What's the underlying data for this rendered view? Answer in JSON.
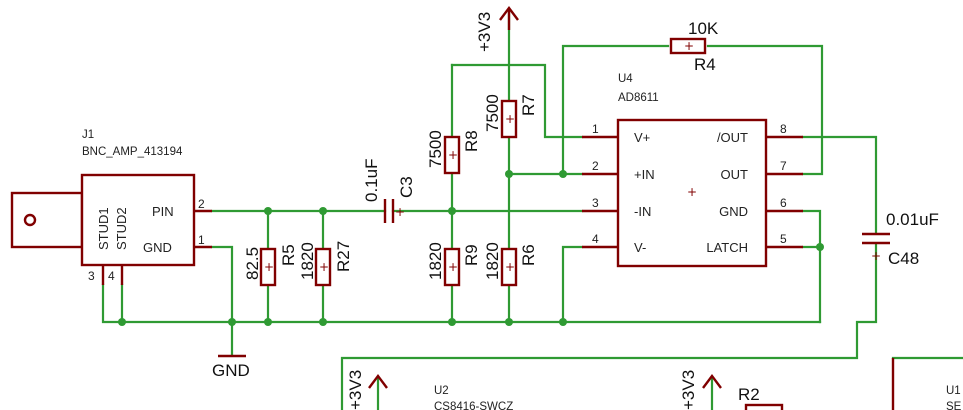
{
  "supplies": {
    "vcc": "+3V3",
    "gnd": "GND"
  },
  "connector": {
    "ref": "J1",
    "value": "BNC_AMP_413194",
    "pins": {
      "pin": "PIN",
      "gnd": "GND",
      "stud1": "STUD1",
      "stud2": "STUD2"
    },
    "pin_numbers": [
      "2",
      "1",
      "3",
      "4"
    ]
  },
  "opamp": {
    "ref": "U4",
    "value": "AD8611",
    "left_pins": [
      {
        "num": "1",
        "name": "V+"
      },
      {
        "num": "2",
        "name": "+IN"
      },
      {
        "num": "3",
        "name": "-IN"
      },
      {
        "num": "4",
        "name": "V-"
      }
    ],
    "right_pins": [
      {
        "num": "8",
        "name": "/OUT"
      },
      {
        "num": "7",
        "name": "OUT"
      },
      {
        "num": "6",
        "name": "GND"
      },
      {
        "num": "5",
        "name": "LATCH"
      }
    ]
  },
  "resistors": {
    "R4": {
      "ref": "R4",
      "value": "10K"
    },
    "R5": {
      "ref": "R5",
      "value": "82.5"
    },
    "R27": {
      "ref": "R27",
      "value": "1820"
    },
    "R8": {
      "ref": "R8",
      "value": "7500"
    },
    "R9": {
      "ref": "R9",
      "value": "1820"
    },
    "R7": {
      "ref": "R7",
      "value": "7500"
    },
    "R6": {
      "ref": "R6",
      "value": "1820"
    },
    "R2": {
      "ref": "R2"
    }
  },
  "capacitors": {
    "C3": {
      "ref": "C3",
      "value": "0.1uF"
    },
    "C48": {
      "ref": "C48",
      "value": "0.01uF"
    }
  },
  "lower_parts": {
    "u2_ref": "U2",
    "u2_value": "CS8416-SWCZ",
    "u1_ref": "U1",
    "u1_value": "SE"
  },
  "symbols": {
    "resistor_mark": "+",
    "cap_mark": "+"
  }
}
